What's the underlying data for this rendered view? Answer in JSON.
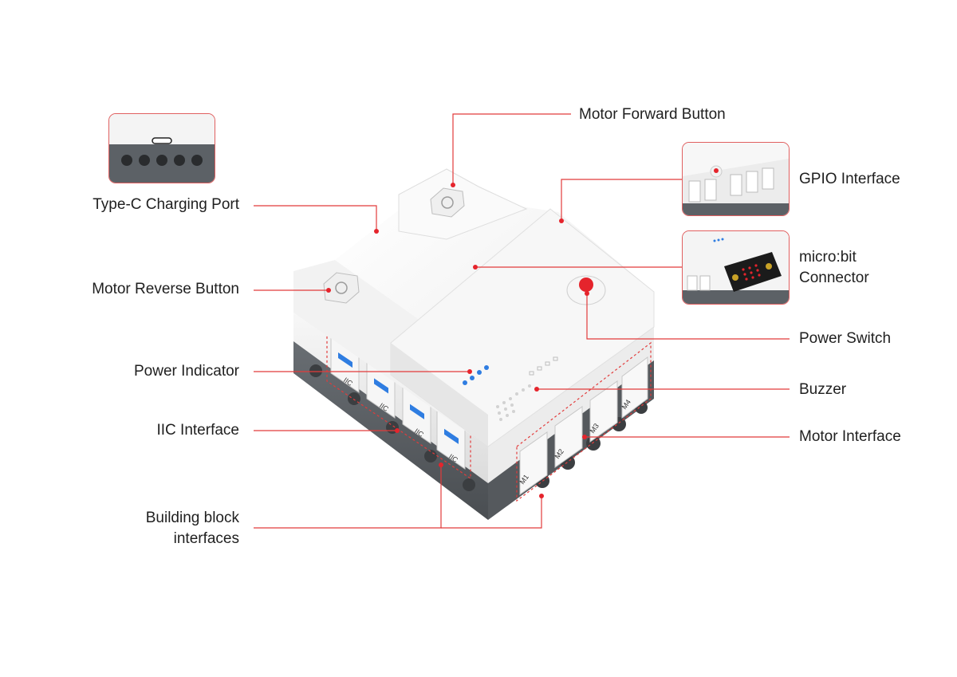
{
  "colors": {
    "leader": "#e23b3b",
    "dot": "#e5242c",
    "body_white": "#f3f3f3",
    "body_gray": "#5c6166",
    "indicator_blue": "#2f7de1"
  },
  "labels": {
    "type_c": "Type-C Charging Port",
    "motor_reverse": "Motor Reverse Button",
    "power_indicator": "Power Indicator",
    "iic": "IIC Interface",
    "building_block_1": "Building block",
    "building_block_2": "interfaces",
    "motor_forward": "Motor Forward Button",
    "gpio": "GPIO Interface",
    "microbit_1": "micro:bit",
    "microbit_2": "Connector",
    "power_switch": "Power Switch",
    "buzzer": "Buzzer",
    "motor_interface": "Motor Interface"
  },
  "port_labels": {
    "iic": [
      "IIC",
      "IIC",
      "IIC",
      "IIC"
    ],
    "motor": [
      "M1",
      "M2",
      "M3",
      "M4"
    ]
  },
  "icons": {
    "usb": "usb-c-port-icon",
    "button": "power-symbol-icon",
    "switch": "red-power-switch-icon"
  }
}
